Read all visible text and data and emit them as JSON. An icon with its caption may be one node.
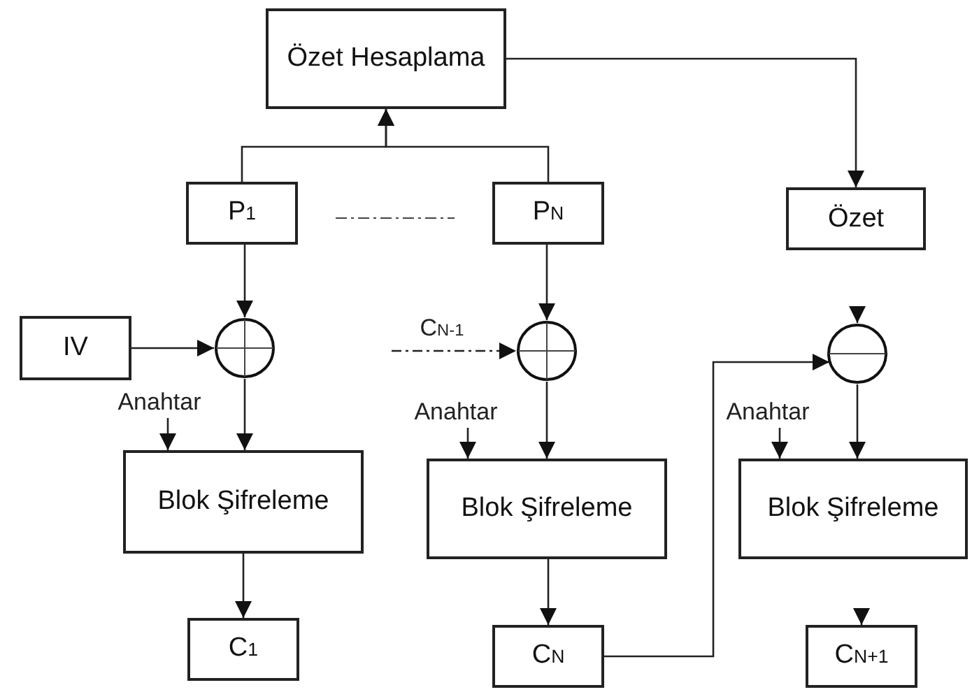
{
  "diagram": {
    "nodes": [
      {
        "text": [
          "Özet Hesaplama"
        ]
      },
      {
        "text": [
          "P$_{1}$"
        ]
      },
      {
        "text": [
          "P$_{N}$"
        ]
      },
      {
        "text": [
          "Özet"
        ]
      },
      {
        "text": [
          "IV"
        ]
      },
      {
        "text": [],
        "shape": "circle"
      },
      {
        "text": [
          "C$_{N-1}$"
        ]
      },
      {
        "text": [],
        "shape": "circle"
      },
      {
        "text": [],
        "shape": "circle"
      },
      {
        "text": [
          "Blok Şifreleme"
        ]
      },
      {
        "text": [
          "Anahtar"
        ]
      },
      {
        "text": [
          "Blok Şifreleme"
        ]
      },
      {
        "text": [
          "Anahtar"
        ]
      },
      {
        "text": [
          "Blok Şifreleme"
        ]
      },
      {
        "text": [
          "Anahtar"
        ]
      },
      {
        "text": [
          "C$_{1}$"
        ]
      },
      {
        "text": [
          "C$_{N}$"
        ]
      },
      {
        "text": [
          "C$_{N+1}$"
        ]
      }
    ],
    "edges": [
      {
        "from": 1,
        "to": 0,
        "arrow": "to"
      },
      {
        "from": 2,
        "to": 0,
        "arrow": "to"
      },
      {
        "from": 0,
        "to": 3,
        "arrow": "to"
      },
      {
        "from": 1,
        "to": 5,
        "arrow": "to"
      },
      {
        "from": 4,
        "to": 5,
        "arrow": "to"
      },
      {
        "from": 5,
        "to": 9,
        "arrow": "to"
      },
      {
        "from": 10,
        "to": 9,
        "arrow": "to"
      },
      {
        "from": 9,
        "to": 15,
        "arrow": "to"
      },
      {
        "from": 6,
        "to": 7,
        "arrow": "to",
        "style": "dashed"
      },
      {
        "from": 2,
        "to": 7,
        "arrow": "to"
      },
      {
        "from": 7,
        "to": 11,
        "arrow": "to"
      },
      {
        "from": 12,
        "to": 11,
        "arrow": "to"
      },
      {
        "from": 11,
        "to": 16,
        "arrow": "to"
      },
      {
        "from": 16,
        "to": 8,
        "arrow": "to"
      },
      {
        "from": null,
        "to": 8,
        "arrow": "to"
      },
      {
        "from": 8,
        "to": 13,
        "arrow": "to"
      },
      {
        "from": 14,
        "to": 13,
        "arrow": "to"
      },
      {
        "from": null,
        "to": 17,
        "arrow": "to"
      }
    ]
  }
}
